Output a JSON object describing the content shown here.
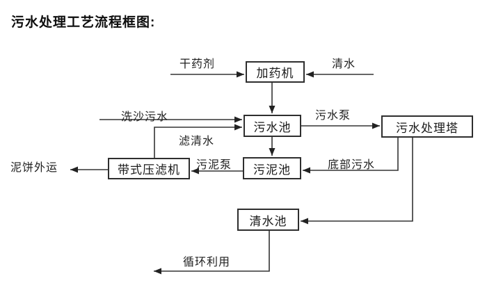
{
  "title": "污水处理工艺流程框图:",
  "nodes": {
    "dosing_machine": "加药机",
    "sewage_pool": "污水池",
    "sludge_pool": "污泥池",
    "treatment_tower": "污水处理塔",
    "belt_filter_press": "带式压滤机",
    "clean_water_pool": "清水池"
  },
  "labels": {
    "dry_agent": "干药剂",
    "clean_water": "清水",
    "sand_washing_sewage": "洗沙污水",
    "sewage_pump": "污水泵",
    "filtered_water": "滤清水",
    "sludge_pump": "污泥泵",
    "bottom_sewage": "底部污水",
    "mud_cake_out": "泥饼外运",
    "recycle": "循环利用"
  },
  "colors": {
    "line": "#333333",
    "box_border": "#2e2e2e",
    "text": "#1a1a1a",
    "background": "#ffffff"
  }
}
